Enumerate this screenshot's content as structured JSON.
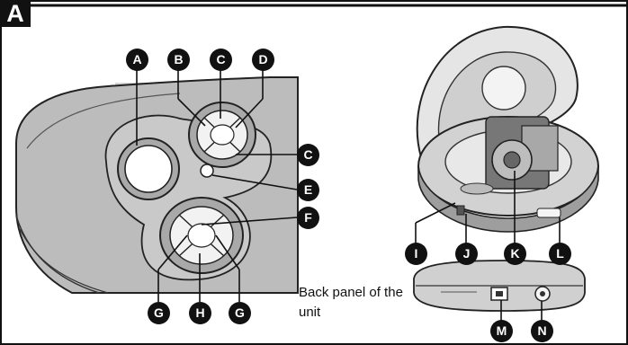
{
  "section_label": "A",
  "back_panel_caption": "Back panel of the unit",
  "callouts": {
    "a": "A",
    "b": "B",
    "c_top": "C",
    "d": "D",
    "c_right": "C",
    "e": "E",
    "f": "F",
    "g_left": "G",
    "h": "H",
    "g_right": "G",
    "i": "I",
    "j": "J",
    "k": "K",
    "l": "L",
    "m": "M",
    "n": "N"
  }
}
